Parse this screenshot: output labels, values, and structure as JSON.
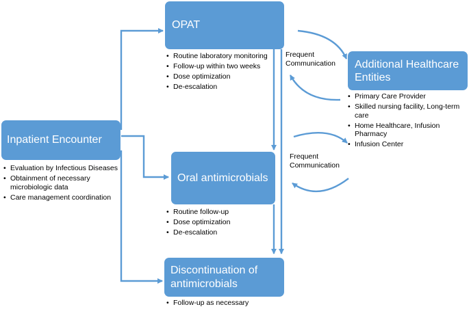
{
  "colors": {
    "box_fill": "#5b9bd5",
    "arrow": "#5b9bd5",
    "box_text": "#ffffff",
    "list_text": "#000000"
  },
  "nodes": {
    "inpatient": {
      "title": "Inpatient Encounter",
      "items": [
        "Evaluation by Infectious Diseases",
        "Obtainment of necessary microbiologic data",
        "Care management coordination"
      ]
    },
    "opat": {
      "title": "OPAT",
      "items": [
        "Routine laboratory monitoring",
        "Follow-up within two weeks",
        "Dose optimization",
        "De-escalation"
      ]
    },
    "oral": {
      "title": "Oral antimicrobials",
      "items": [
        "Routine follow-up",
        "Dose optimization",
        "De-escalation"
      ]
    },
    "discontinuation": {
      "title": "Discontinuation of antimicrobials",
      "items": [
        "Follow-up as necessary"
      ]
    },
    "additional": {
      "title": "Additional Healthcare Entities",
      "items": [
        "Primary Care Provider",
        "Skilled nursing facility, Long-term care",
        "Home Healthcare, Infusion Pharmacy",
        "Infusion Center"
      ]
    }
  },
  "edges": {
    "communication_top": "Frequent Communication",
    "communication_bottom": "Frequent Communication"
  }
}
